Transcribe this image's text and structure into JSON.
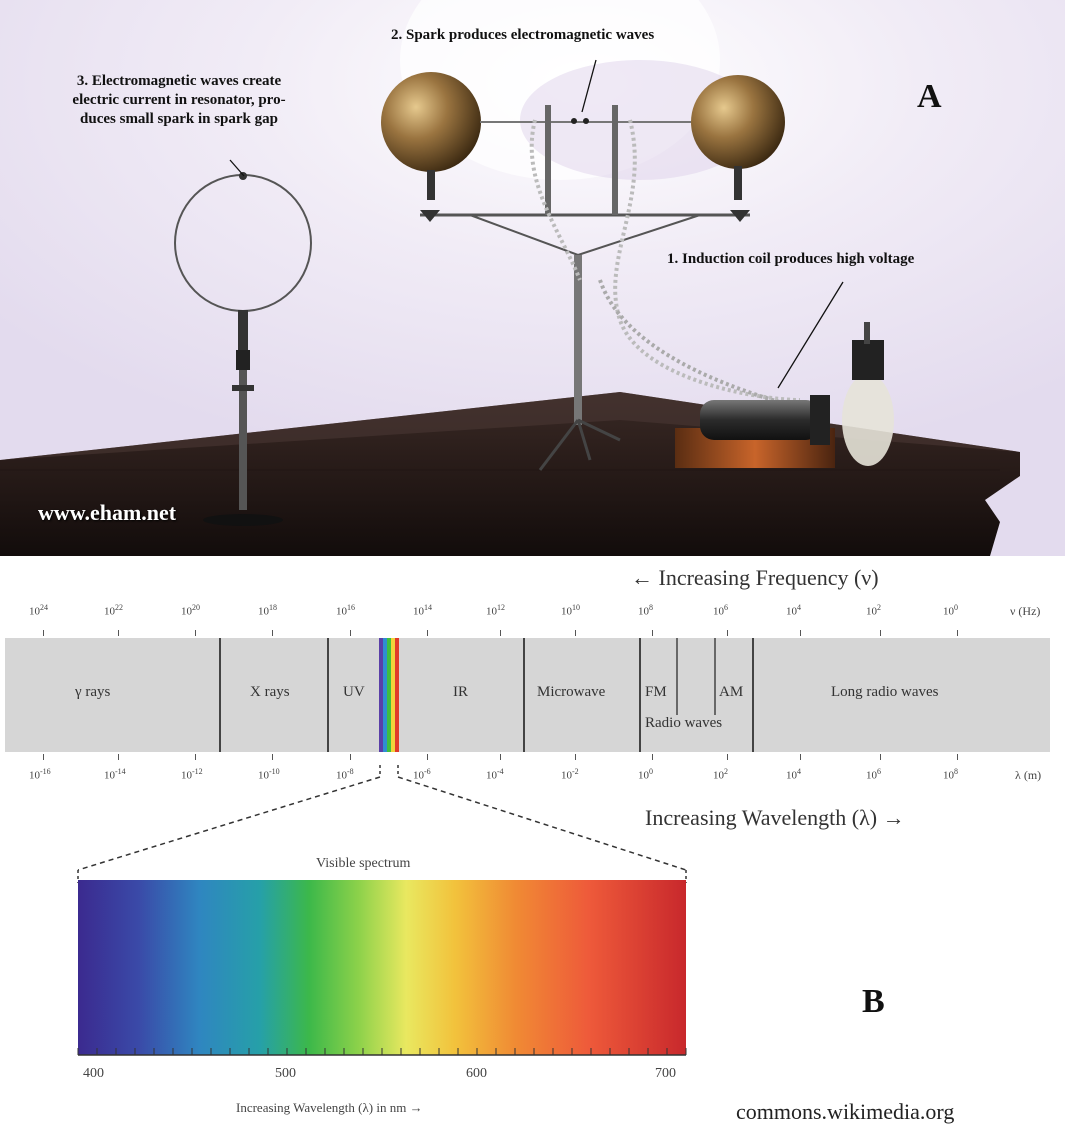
{
  "panel_a": {
    "label_step1": "1. Induction coil produces high voltage",
    "label_step2": "2. Spark produces electromagnetic waves",
    "label_step3_line1": "3. Electromagnetic waves create",
    "label_step3_line2": "electric current in resonator, pro-",
    "label_step3_line3": "duces small spark  in spark gap",
    "watermark": "www.eham.net",
    "panel_letter": "A"
  },
  "spectrum": {
    "frequency_title": "← Increasing Frequency (ν)",
    "wavelength_title": "Increasing Wavelength (λ) →",
    "frequency_unit": "ν (Hz)",
    "wavelength_unit": "λ (m)",
    "frequency_ticks": [
      {
        "base": "10",
        "exp": "24"
      },
      {
        "base": "10",
        "exp": "22"
      },
      {
        "base": "10",
        "exp": "20"
      },
      {
        "base": "10",
        "exp": "18"
      },
      {
        "base": "10",
        "exp": "16"
      },
      {
        "base": "10",
        "exp": "14"
      },
      {
        "base": "10",
        "exp": "12"
      },
      {
        "base": "10",
        "exp": "10"
      },
      {
        "base": "10",
        "exp": "8"
      },
      {
        "base": "10",
        "exp": "6"
      },
      {
        "base": "10",
        "exp": "4"
      },
      {
        "base": "10",
        "exp": "2"
      },
      {
        "base": "10",
        "exp": "0"
      }
    ],
    "wavelength_ticks": [
      {
        "base": "10",
        "exp": "-16"
      },
      {
        "base": "10",
        "exp": "-14"
      },
      {
        "base": "10",
        "exp": "-12"
      },
      {
        "base": "10",
        "exp": "-10"
      },
      {
        "base": "10",
        "exp": "-8"
      },
      {
        "base": "10",
        "exp": "-6"
      },
      {
        "base": "10",
        "exp": "-4"
      },
      {
        "base": "10",
        "exp": "-2"
      },
      {
        "base": "10",
        "exp": "0"
      },
      {
        "base": "10",
        "exp": "2"
      },
      {
        "base": "10",
        "exp": "4"
      },
      {
        "base": "10",
        "exp": "6"
      },
      {
        "base": "10",
        "exp": "8"
      }
    ],
    "bands": {
      "gamma": "γ rays",
      "xray": "X rays",
      "uv": "UV",
      "ir": "IR",
      "microwave": "Microwave",
      "fm": "FM",
      "am": "AM",
      "radio": "Radio waves",
      "long_radio": "Long radio waves"
    },
    "band_color": "#d6d6d6"
  },
  "visible": {
    "title": "Visible spectrum",
    "ticks": [
      "400",
      "500",
      "600",
      "700"
    ],
    "axis_label": "Increasing Wavelength (λ) in nm →"
  },
  "panel_letter_b": "B",
  "credit": "commons.wikimedia.org"
}
